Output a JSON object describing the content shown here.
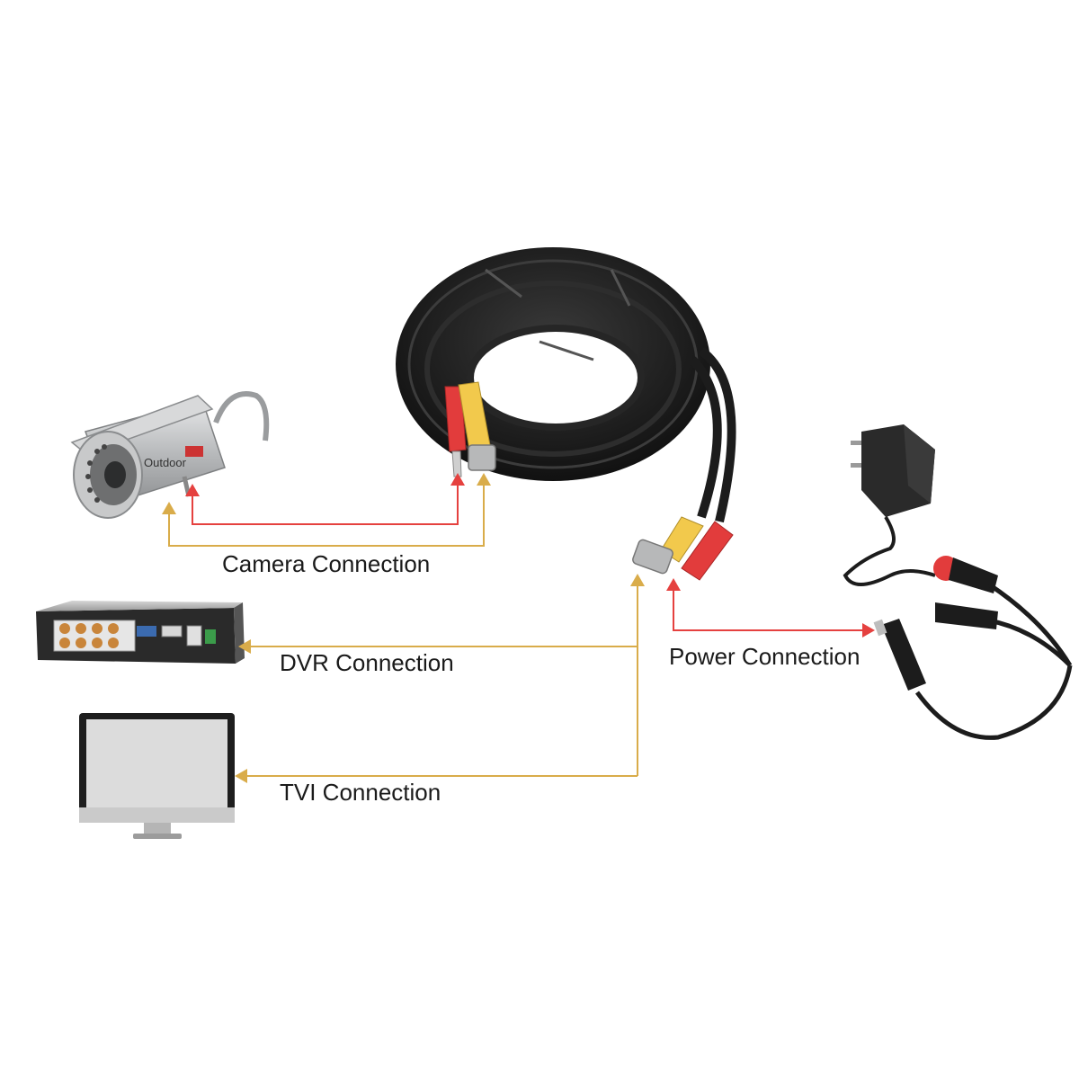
{
  "labels": {
    "camera_connection": "Camera Connection",
    "dvr_connection": "DVR Connection",
    "tvi_connection": "TVI Connection",
    "power_connection": "Power Connection"
  },
  "colors": {
    "video_line": "#d9ac4a",
    "power_line": "#e5413f",
    "cable_black": "#1c1c1c",
    "connector_yellow": "#f2c94c",
    "connector_red": "#e23c3c",
    "camera_silver": "#c4c6c8",
    "monitor_frame": "#c9c9c9",
    "monitor_screen": "#dcdcdc"
  },
  "icons": {
    "camera": "cctv-bullet-camera-icon",
    "dvr": "dvr-recorder-icon",
    "monitor": "monitor-icon",
    "cable": "coiled-siamese-cable-icon",
    "adapter": "power-adapter-icon"
  },
  "camera_brand": "Outdoor"
}
